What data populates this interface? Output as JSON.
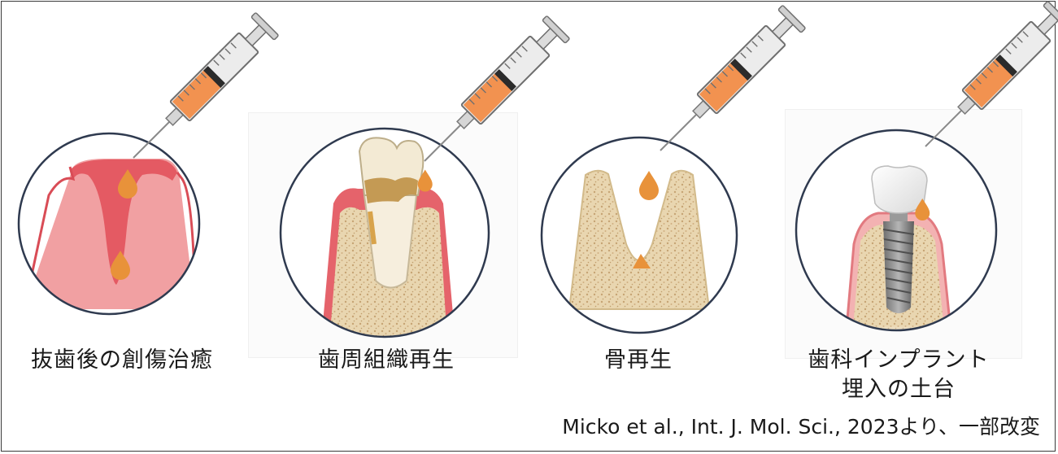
{
  "panels": [
    {
      "caption": "抜歯後の創傷治癒"
    },
    {
      "caption": "歯周組織再生"
    },
    {
      "caption": "骨再生"
    },
    {
      "caption_line1": "歯科インプラント",
      "caption_line2": "埋入の土台"
    }
  ],
  "citation": "Micko et al., Int. J. Mol. Sci., 2023より、一部改変",
  "colors": {
    "gum": "#e8777d",
    "gum_light": "#f4a7a8",
    "bone": "#e8d4ad",
    "bone_dots": "#c9a877",
    "drop": "#e8923a",
    "circle_border": "#2f3a4f",
    "syringe_fill": "#f29250"
  }
}
